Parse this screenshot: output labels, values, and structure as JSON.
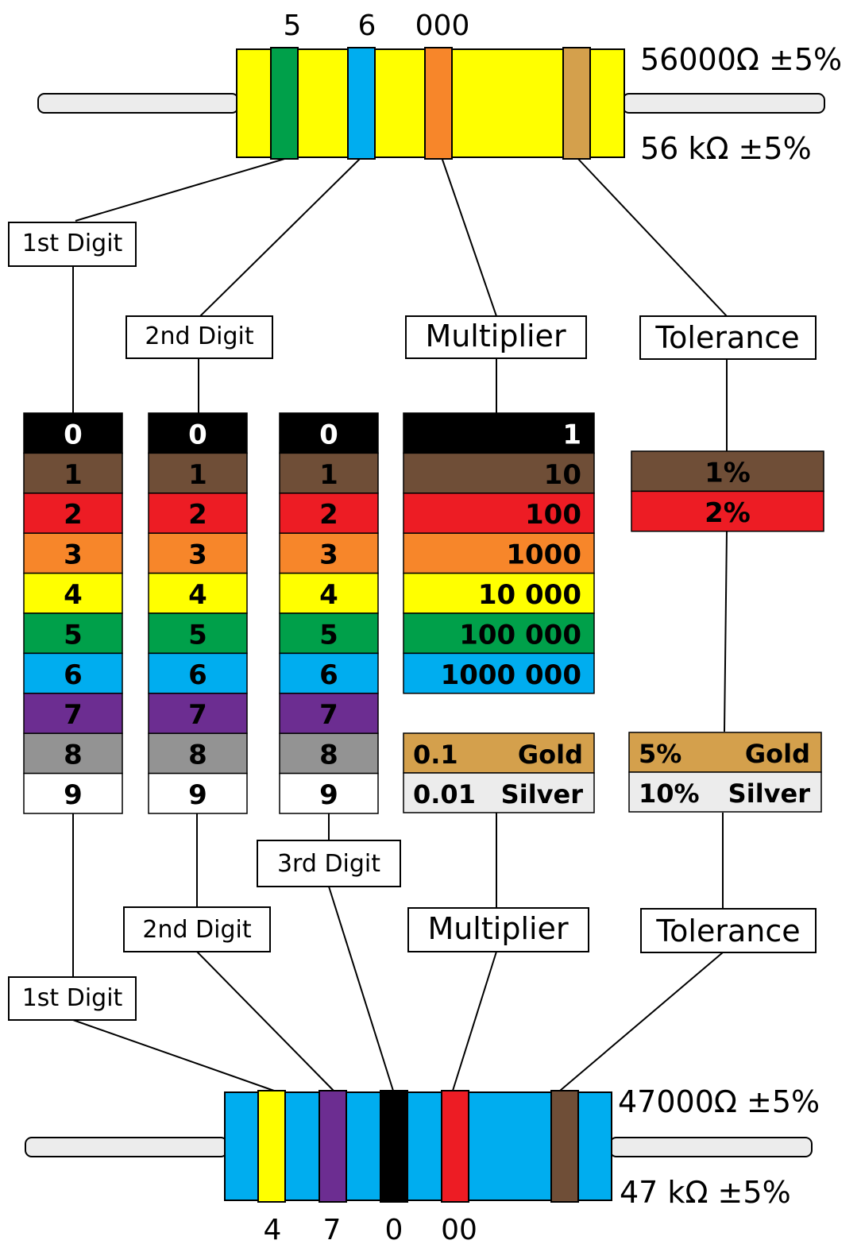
{
  "colors": {
    "black": "#000000",
    "brown": "#6f4e37",
    "red": "#ed1c24",
    "orange": "#f7862a",
    "yellow": "#ffff00",
    "green": "#00a04a",
    "blue": "#00adef",
    "violet": "#6c2d91",
    "grey": "#939393",
    "white": "#ffffff",
    "gold": "#d4a04c",
    "silver": "#ececec"
  },
  "top_resistor": {
    "band_digits": [
      "5",
      "6",
      "000"
    ],
    "value": "56000Ω ±5%",
    "value_short": "56 kΩ ±5%"
  },
  "top_labels": {
    "first_digit": "1st Digit",
    "second_digit": "2nd Digit",
    "multiplier": "Multiplier",
    "tolerance": "Tolerance"
  },
  "digit_table": [
    {
      "digit": "0",
      "color": "black"
    },
    {
      "digit": "1",
      "color": "brown"
    },
    {
      "digit": "2",
      "color": "red"
    },
    {
      "digit": "3",
      "color": "orange"
    },
    {
      "digit": "4",
      "color": "yellow"
    },
    {
      "digit": "5",
      "color": "green"
    },
    {
      "digit": "6",
      "color": "blue"
    },
    {
      "digit": "7",
      "color": "violet"
    },
    {
      "digit": "8",
      "color": "grey"
    },
    {
      "digit": "9",
      "color": "white"
    }
  ],
  "multiplier_table": [
    {
      "value": "1",
      "color": "black"
    },
    {
      "value": "10",
      "color": "brown"
    },
    {
      "value": "100",
      "color": "red"
    },
    {
      "value": "1000",
      "color": "orange"
    },
    {
      "value": "10 000",
      "color": "yellow"
    },
    {
      "value": "100 000",
      "color": "green"
    },
    {
      "value": "1000 000",
      "color": "blue"
    }
  ],
  "multiplier_special": [
    {
      "value": "0.1",
      "name": "Gold",
      "color": "gold"
    },
    {
      "value": "0.01",
      "name": "Silver",
      "color": "silver"
    }
  ],
  "tolerance_table": [
    {
      "value": "1%",
      "color": "brown"
    },
    {
      "value": "2%",
      "color": "red"
    }
  ],
  "tolerance_special": [
    {
      "value": "5%",
      "name": "Gold",
      "color": "gold"
    },
    {
      "value": "10%",
      "name": "Silver",
      "color": "silver"
    }
  ],
  "bottom_labels": {
    "first_digit": "1st Digit",
    "second_digit": "2nd Digit",
    "third_digit": "3rd Digit",
    "multiplier": "Multiplier",
    "tolerance": "Tolerance"
  },
  "bottom_resistor": {
    "band_digits": [
      "4",
      "7",
      "0",
      "00"
    ],
    "value": "47000Ω ±5%",
    "value_short": "47 kΩ ±5%"
  }
}
